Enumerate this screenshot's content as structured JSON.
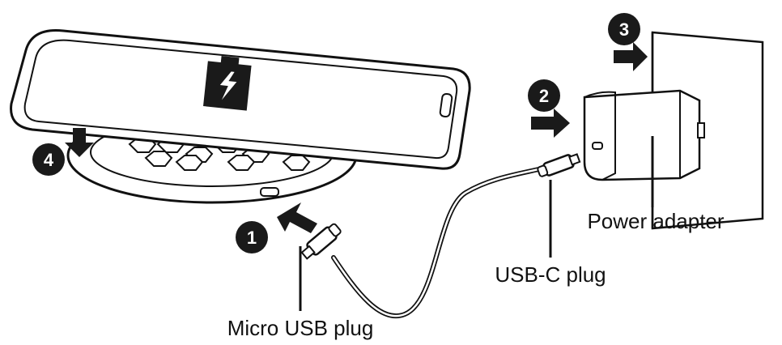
{
  "labels": {
    "micro_usb": "Micro USB plug",
    "usb_c": "USB-C plug",
    "power_adapter": "Power adapter"
  },
  "steps": [
    "1",
    "2",
    "3",
    "4"
  ],
  "colors": {
    "ink": "#111111",
    "badge": "#1a1a1a",
    "arrow": "#1a1a1a",
    "panel": "#ffffff"
  },
  "icons": {
    "phone": "smartphone-icon",
    "battery": "battery-charging-icon",
    "pad": "wireless-charging-pad",
    "adapter": "power-adapter",
    "wall": "wall-outlet"
  }
}
